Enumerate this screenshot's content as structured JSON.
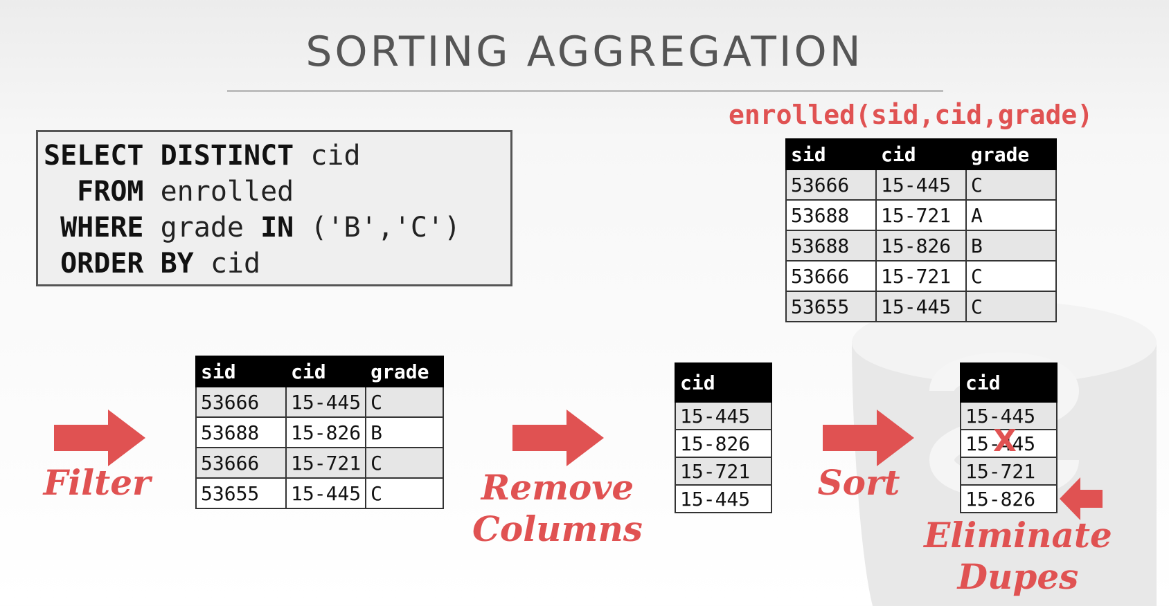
{
  "title": "SORTING AGGREGATION",
  "query": {
    "lines": [
      [
        {
          "text": "SELECT DISTINCT",
          "kw": true
        },
        {
          "text": " cid",
          "kw": false
        }
      ],
      [
        {
          "text": "  FROM",
          "kw": true
        },
        {
          "text": " enrolled",
          "kw": false
        }
      ],
      [
        {
          "text": " WHERE",
          "kw": true
        },
        {
          "text": " grade ",
          "kw": false
        },
        {
          "text": "IN",
          "kw": true
        },
        {
          "text": " ('B','C')",
          "kw": false
        }
      ],
      [
        {
          "text": " ORDER BY",
          "kw": true
        },
        {
          "text": " cid",
          "kw": false
        }
      ]
    ]
  },
  "enrolled": {
    "label": "enrolled(sid,cid,grade)",
    "headers": [
      "sid",
      "cid",
      "grade"
    ],
    "rows": [
      [
        "53666",
        "15-445",
        "C"
      ],
      [
        "53688",
        "15-721",
        "A"
      ],
      [
        "53688",
        "15-826",
        "B"
      ],
      [
        "53666",
        "15-721",
        "C"
      ],
      [
        "53655",
        "15-445",
        "C"
      ]
    ]
  },
  "filtered": {
    "headers": [
      "sid",
      "cid",
      "grade"
    ],
    "rows": [
      [
        "53666",
        "15-445",
        "C"
      ],
      [
        "53688",
        "15-826",
        "B"
      ],
      [
        "53666",
        "15-721",
        "C"
      ],
      [
        "53655",
        "15-445",
        "C"
      ]
    ]
  },
  "projected": {
    "headers": [
      "cid"
    ],
    "rows": [
      [
        "15-445"
      ],
      [
        "15-826"
      ],
      [
        "15-721"
      ],
      [
        "15-445"
      ]
    ]
  },
  "sorted": {
    "headers": [
      "cid"
    ],
    "rows": [
      [
        "15-445"
      ],
      [
        "15-445"
      ],
      [
        "15-721"
      ],
      [
        "15-826"
      ]
    ]
  },
  "steps": {
    "filter": "Filter",
    "remove_columns_1": "Remove",
    "remove_columns_2": "Columns",
    "sort": "Sort",
    "eliminate_1": "Eliminate",
    "eliminate_2": "Dupes"
  },
  "duplicate_mark": "X",
  "colors": {
    "accent": "#e05252",
    "header_bg": "#000000",
    "stripe": "#e6e6e6"
  }
}
